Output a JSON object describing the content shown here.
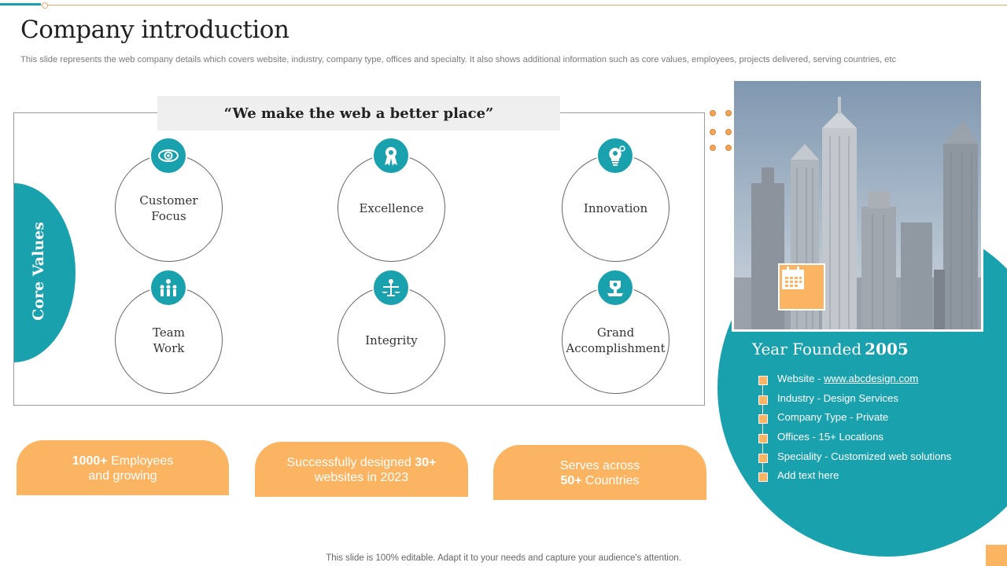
{
  "title": "Company introduction",
  "subtitle": "This slide represents the web company details which covers website, industry, company type,  offices and specialty. It also shows additional information such as core values, employees, projects delivered, serving countries, etc",
  "motto": "“We make the web a better place”",
  "core_values": {
    "label": "Core Values",
    "items": [
      {
        "label": "Customer\nFocus",
        "icon": "eye-icon"
      },
      {
        "label": "Excellence",
        "icon": "award-ribbon-icon"
      },
      {
        "label": "Innovation",
        "icon": "lightbulb-gear-icon"
      },
      {
        "label": "Team\nWork",
        "icon": "team-icon"
      },
      {
        "label": "Integrity",
        "icon": "balance-scale-icon"
      },
      {
        "label": "Grand\nAccomplishment",
        "icon": "trophy-badge-icon"
      }
    ]
  },
  "stats": [
    {
      "bold1": "1000+",
      "text1": " Employees",
      "text2": "and growing"
    },
    {
      "text1": "Successfully  designed ",
      "bold1": "30+",
      "text2": "websites in 2023"
    },
    {
      "text1": "Serves across",
      "bold2": "50+",
      "text2": " Countries"
    }
  ],
  "company": {
    "year_label": "Year Founded",
    "year_value": "2005",
    "details": [
      {
        "label": "Website - ",
        "link": "www.abcdesign.com"
      },
      {
        "label": "Industry - Design Services"
      },
      {
        "label": "Company Type  - Private"
      },
      {
        "label": "Offices - 15+ Locations"
      },
      {
        "label": "Speciality - Customized web solutions"
      },
      {
        "label": "Add text here"
      }
    ]
  },
  "footer": "This slide is 100% editable. Adapt it to your needs and capture your audience's attention.",
  "colors": {
    "teal": "#1aa1ae",
    "orange": "#fbb462"
  }
}
